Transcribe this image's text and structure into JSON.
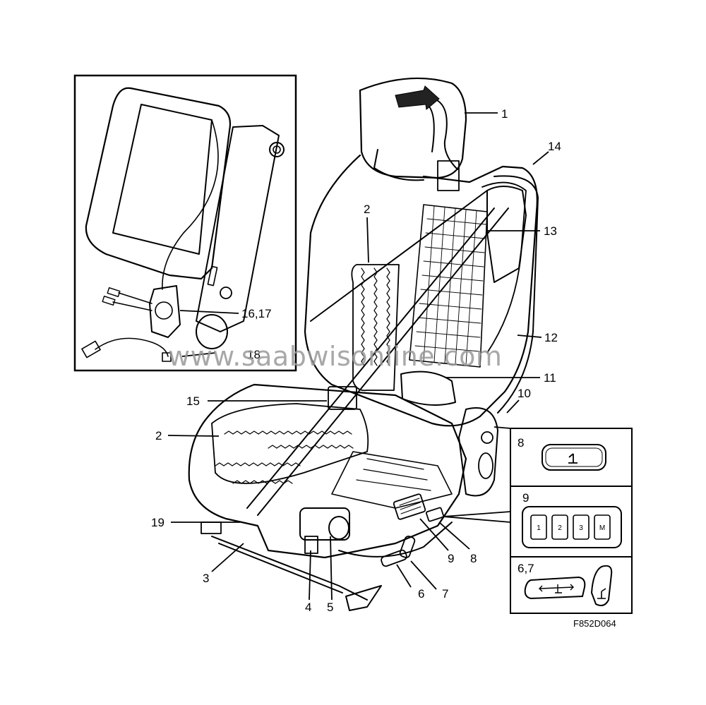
{
  "figure_code": "F852D064",
  "watermark": "www.saabwisonline.com",
  "callouts": {
    "c1": "1",
    "c2_back": "2",
    "c2_seat": "2",
    "c3": "3",
    "c4": "4",
    "c5": "5",
    "c6": "6",
    "c7": "7",
    "c8": "8",
    "c9": "9",
    "c10": "10",
    "c11": "11",
    "c12": "12",
    "c13": "13",
    "c14": "14",
    "c15": "15",
    "c1617": "16,17",
    "c18": "18",
    "c19": "19"
  },
  "detail_panels": {
    "p8_label": "8",
    "p9_label": "9",
    "p67_label": "6,7",
    "memory_buttons": [
      "1",
      "2",
      "3",
      "M"
    ]
  }
}
